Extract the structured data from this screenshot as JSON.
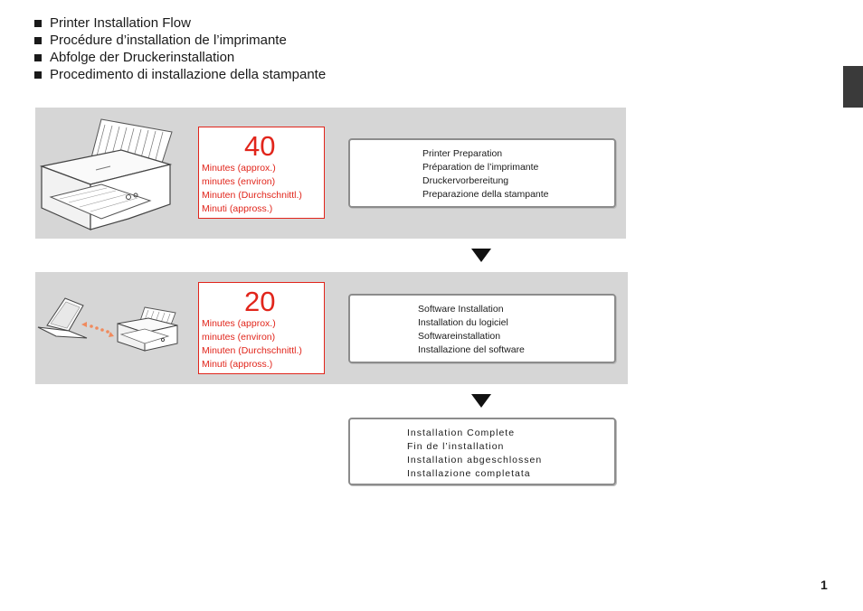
{
  "headings": [
    "Printer Installation Flow",
    "Procédure d’installation de l’imprimante",
    "Abfolge der Druckerinstallation",
    "Procedimento di installazione della stampante"
  ],
  "steps": [
    {
      "time": {
        "value": "40",
        "units": [
          "Minutes (approx.)",
          "minutes (environ)",
          "Minuten (Durchschnittl.)",
          "Minuti (appross.)"
        ]
      },
      "labels": [
        "Printer Preparation",
        "Préparation de l’imprimante",
        "Druckervorbereitung",
        "Preparazione della stampante"
      ]
    },
    {
      "time": {
        "value": "20",
        "units": [
          "Minutes (approx.)",
          "minutes (environ)",
          "Minuten (Durchschnittl.)",
          "Minuti (appross.)"
        ]
      },
      "labels": [
        "Software Installation",
        "Installation du logiciel",
        "Softwareinstallation",
        "Installazione del software"
      ]
    },
    {
      "labels": [
        "Installation Complete",
        "Fin de l’installation",
        "Installation abgeschlossen",
        "Installazione completata"
      ]
    }
  ],
  "page_number": "1",
  "colors": {
    "accent_red": "#e1251b",
    "band_gray": "#d6d6d6",
    "box_border": "#8c8c8c",
    "side_tab": "#3a3a3a"
  },
  "icons": [
    "printer-illustration",
    "laptop-to-printer-illustration",
    "down-arrow-icon",
    "square-bullet-icon"
  ]
}
